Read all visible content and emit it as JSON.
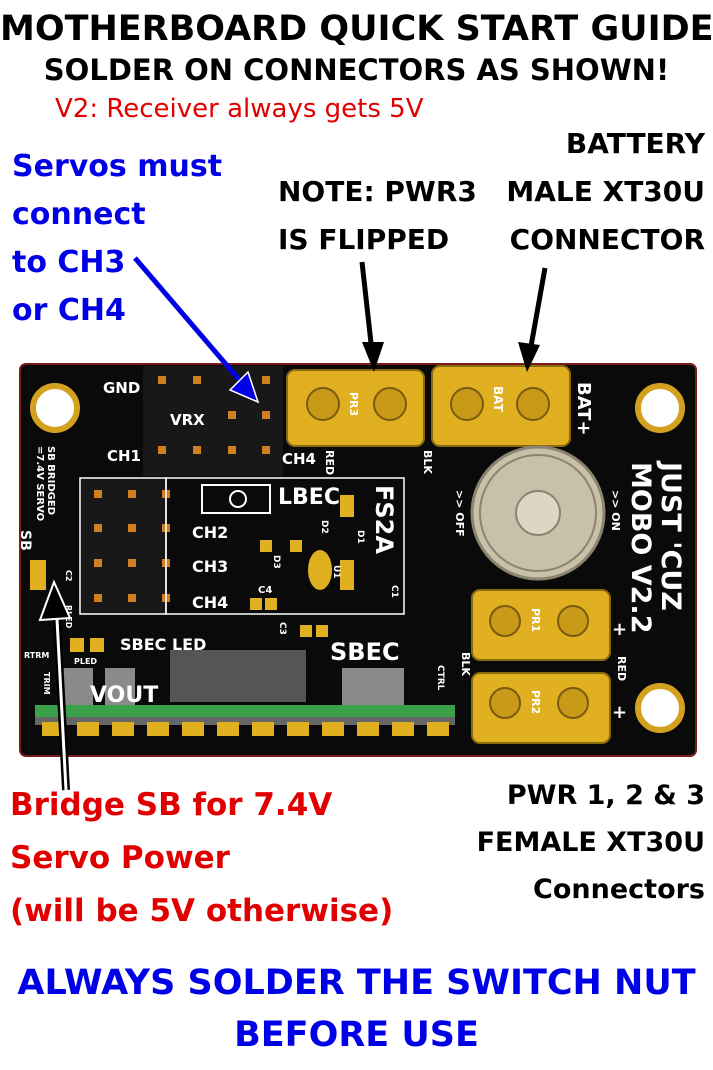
{
  "header": {
    "title": "MOTHERBOARD QUICK START GUIDE",
    "subtitle": "SOLDER ON CONNECTORS AS SHOWN!",
    "note_v2": "V2: Receiver always gets 5V"
  },
  "callouts": {
    "servos": [
      "Servos must",
      "connect",
      "to CH3",
      "or CH4"
    ],
    "pwr3": [
      "NOTE: PWR3",
      "IS FLIPPED"
    ],
    "battery": [
      "BATTERY",
      "MALE XT30U",
      "CONNECTOR"
    ],
    "bridge": [
      "Bridge SB for 7.4V",
      "Servo Power",
      "(will be 5V otherwise)"
    ],
    "pwr": [
      "PWR 1, 2 & 3",
      "FEMALE XT30U",
      "Connectors"
    ],
    "footer": [
      "ALWAYS SOLDER THE SWITCH NUT",
      "BEFORE USE"
    ]
  },
  "board": {
    "labels": {
      "gnd": "GND",
      "vrx": "VRX",
      "ch1": "CH1",
      "ch4_top": "CH4",
      "ch2": "CH2",
      "ch3": "CH3",
      "ch4": "CH4",
      "lbec": "LBEC",
      "fs2a": "FS2A",
      "sbec_led": "SBEC LED",
      "sbec": "SBEC",
      "sb": "SB",
      "sb_bridged": "SB BRIDGED",
      "servo_74": "=7.4V SERVO",
      "bat_plus": "BAT+",
      "bat": "BAT",
      "pr3": "PR3",
      "pr1": "PR1",
      "pr2": "PR2",
      "off": ">> OFF",
      "on": ">> ON",
      "blk": "BLK",
      "red": "RED",
      "blk2": "BLK",
      "red2": "RED",
      "plus1": "+",
      "plus2": "+",
      "brand1": "JUST 'CUZ",
      "brand2": "MOBO V2.2",
      "d1": "D1",
      "d2": "D2",
      "d3": "D3",
      "u1": "U1",
      "c1": "C1",
      "c2": "C2",
      "c3": "C3",
      "c4": "C4",
      "rled": "RLED",
      "pled": "PLED",
      "rtrm": "RTRM",
      "trim": "TRIM",
      "ctrl": "CTRL",
      "vout": "VOUT"
    },
    "colors": {
      "pcb": "#0a0a0a",
      "pad": "#e0b020",
      "header_green": "#3aa04a",
      "switch": "#c8c0a8"
    }
  }
}
